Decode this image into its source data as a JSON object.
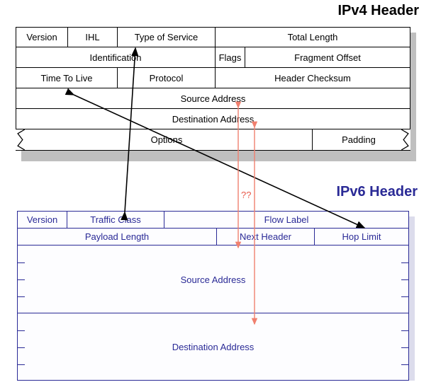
{
  "diagram": {
    "ipv4_title": "IPv4 Header",
    "ipv6_title": "IPv6 Header",
    "question_marks": "??",
    "colors": {
      "ipv4_line": "#000000",
      "ipv4_text": "#000000",
      "ipv6_line": "#2a2a96",
      "ipv6_text": "#2a2a96",
      "mapping_arrow": "#e8594a",
      "removed_arrow": "#000000",
      "shadow": "#bfbfbf"
    }
  },
  "ipv4": {
    "title": "IPv4 Header",
    "rows": [
      {
        "name": "row-1",
        "cells": [
          {
            "label": "Version"
          },
          {
            "label": "IHL"
          },
          {
            "label": "Type of Service"
          },
          {
            "label": "Total Length"
          }
        ]
      },
      {
        "name": "row-2",
        "cells": [
          {
            "label": "Identification"
          },
          {
            "label": "Flags"
          },
          {
            "label": "Fragment Offset"
          }
        ]
      },
      {
        "name": "row-3",
        "cells": [
          {
            "label": "Time To Live"
          },
          {
            "label": "Protocol"
          },
          {
            "label": "Header Checksum"
          }
        ]
      },
      {
        "name": "row-4",
        "cells": [
          {
            "label": "Source Address"
          }
        ]
      },
      {
        "name": "row-5",
        "cells": [
          {
            "label": "Destination Address"
          }
        ]
      },
      {
        "name": "row-6",
        "cells": [
          {
            "label": "Options"
          },
          {
            "label": "Padding"
          }
        ]
      }
    ]
  },
  "ipv6": {
    "title": "IPv6 Header",
    "rows": [
      {
        "name": "row-1",
        "cells": [
          {
            "label": "Version"
          },
          {
            "label": "Traffic Class"
          },
          {
            "label": "Flow Label"
          }
        ]
      },
      {
        "name": "row-2",
        "cells": [
          {
            "label": "Payload Length"
          },
          {
            "label": "Next Header"
          },
          {
            "label": "Hop Limit"
          }
        ]
      },
      {
        "name": "row-3",
        "cells": [
          {
            "label": "Source Address"
          }
        ]
      },
      {
        "name": "row-4",
        "cells": [
          {
            "label": "Destination Address"
          }
        ]
      }
    ]
  },
  "annotations": {
    "mapping_arrows": [
      {
        "name": "source-address-mapping",
        "label": ""
      },
      {
        "name": "destination-address-mapping",
        "label": ""
      }
    ],
    "question_marks": "??",
    "change_arrows": [
      {
        "name": "type-of-service-to-traffic-class",
        "label": ""
      },
      {
        "name": "time-to-live-to-hop-limit",
        "label": ""
      }
    ]
  }
}
